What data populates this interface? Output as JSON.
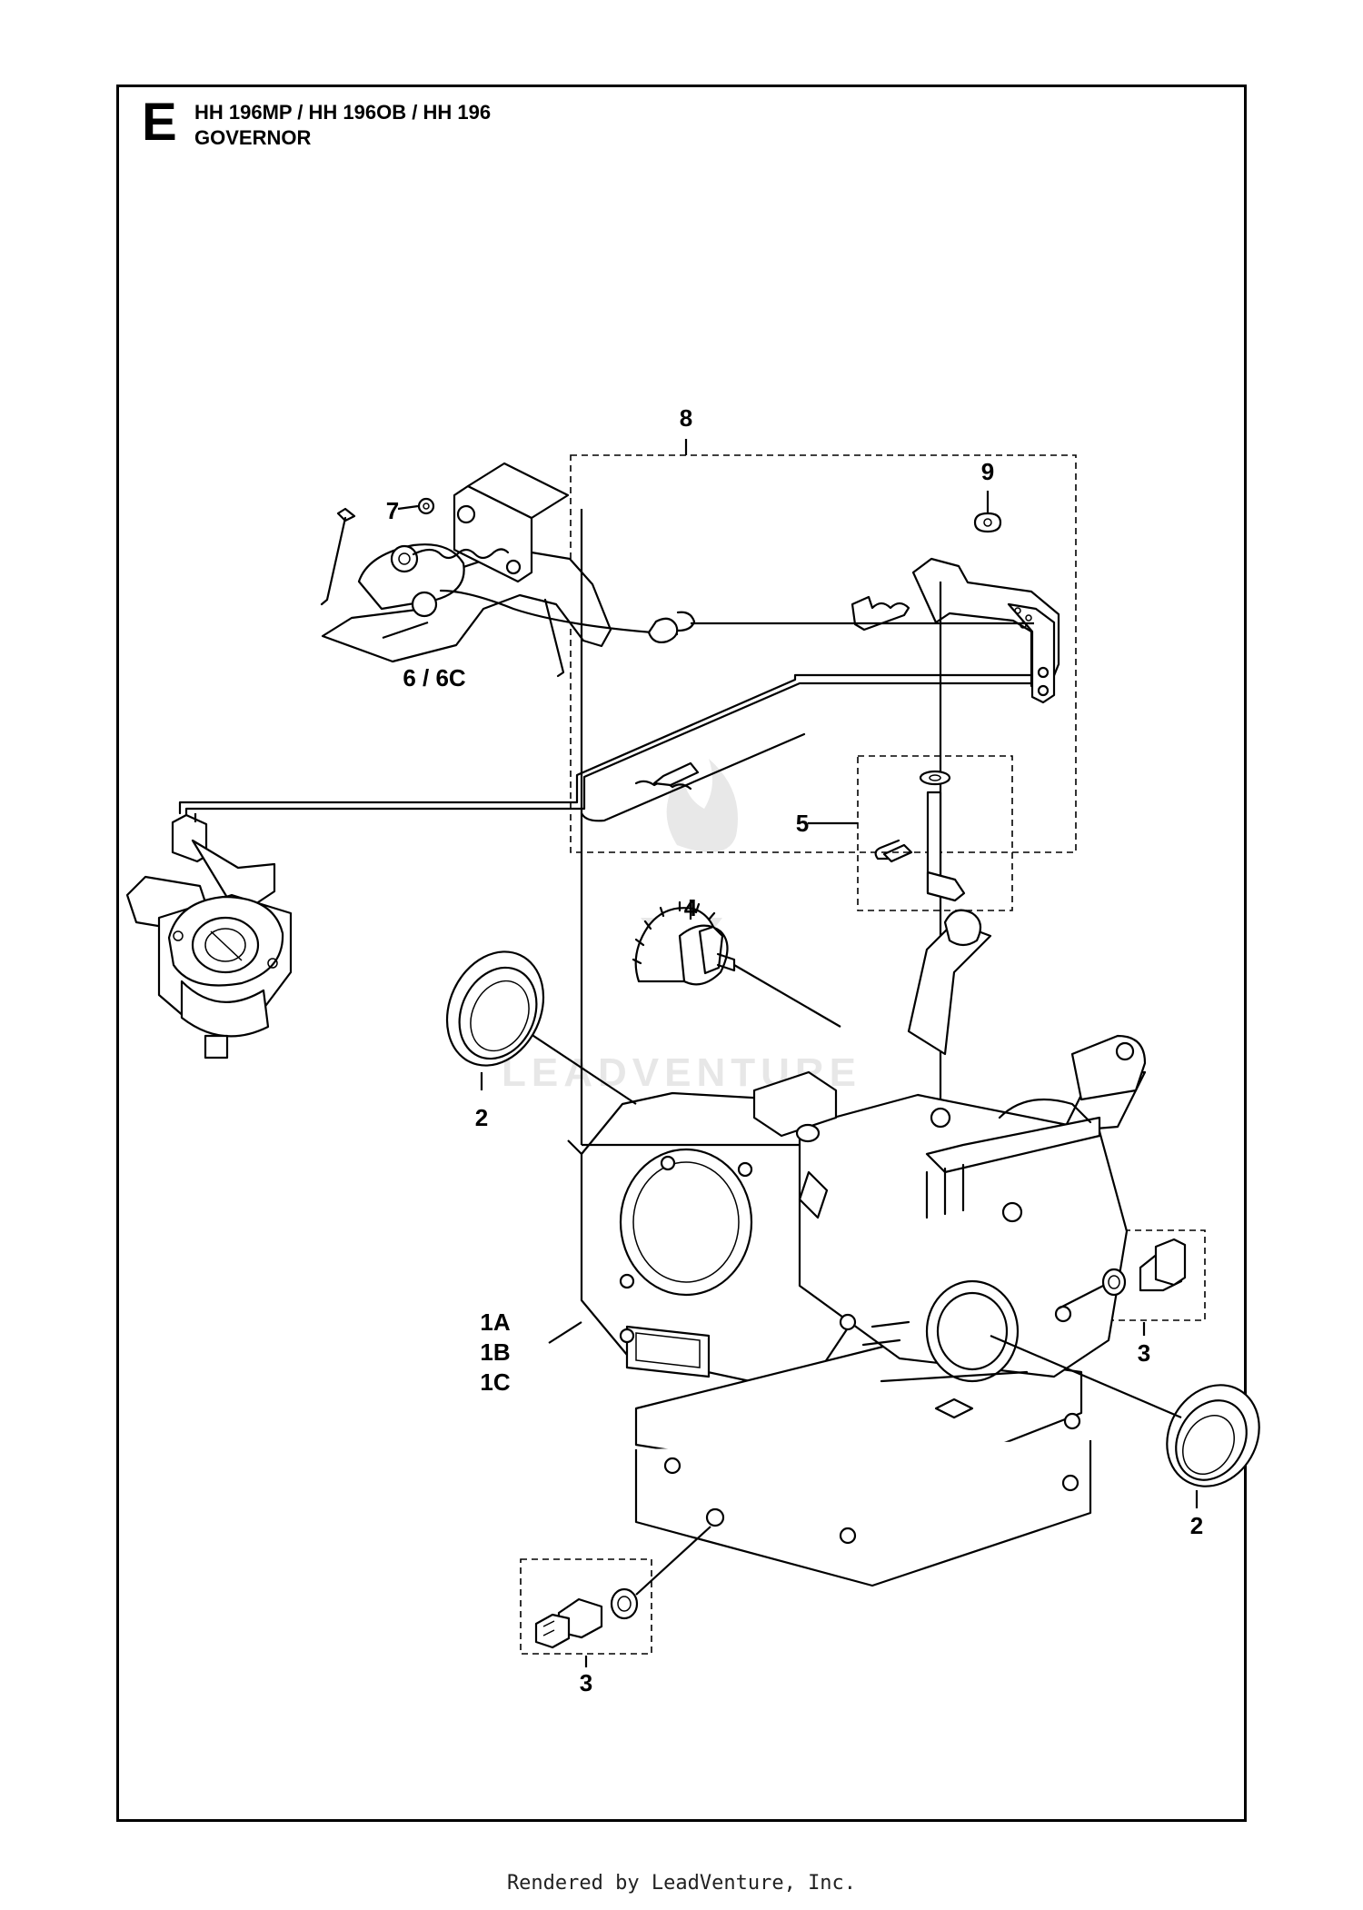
{
  "header": {
    "section_letter": "E",
    "models": "HH 196MP / HH 196OB / HH 196",
    "section_name": "GOVERNOR"
  },
  "callouts": {
    "c1": "1A",
    "c1b": "1B",
    "c1c": "1C",
    "c2": "2",
    "c3": "3",
    "c4": "4",
    "c5": "5",
    "c6": "6 / 6C",
    "c7": "7",
    "c8": "8",
    "c9": "9"
  },
  "watermark": "LEADVENTURE",
  "footer": "Rendered by LeadVenture, Inc."
}
